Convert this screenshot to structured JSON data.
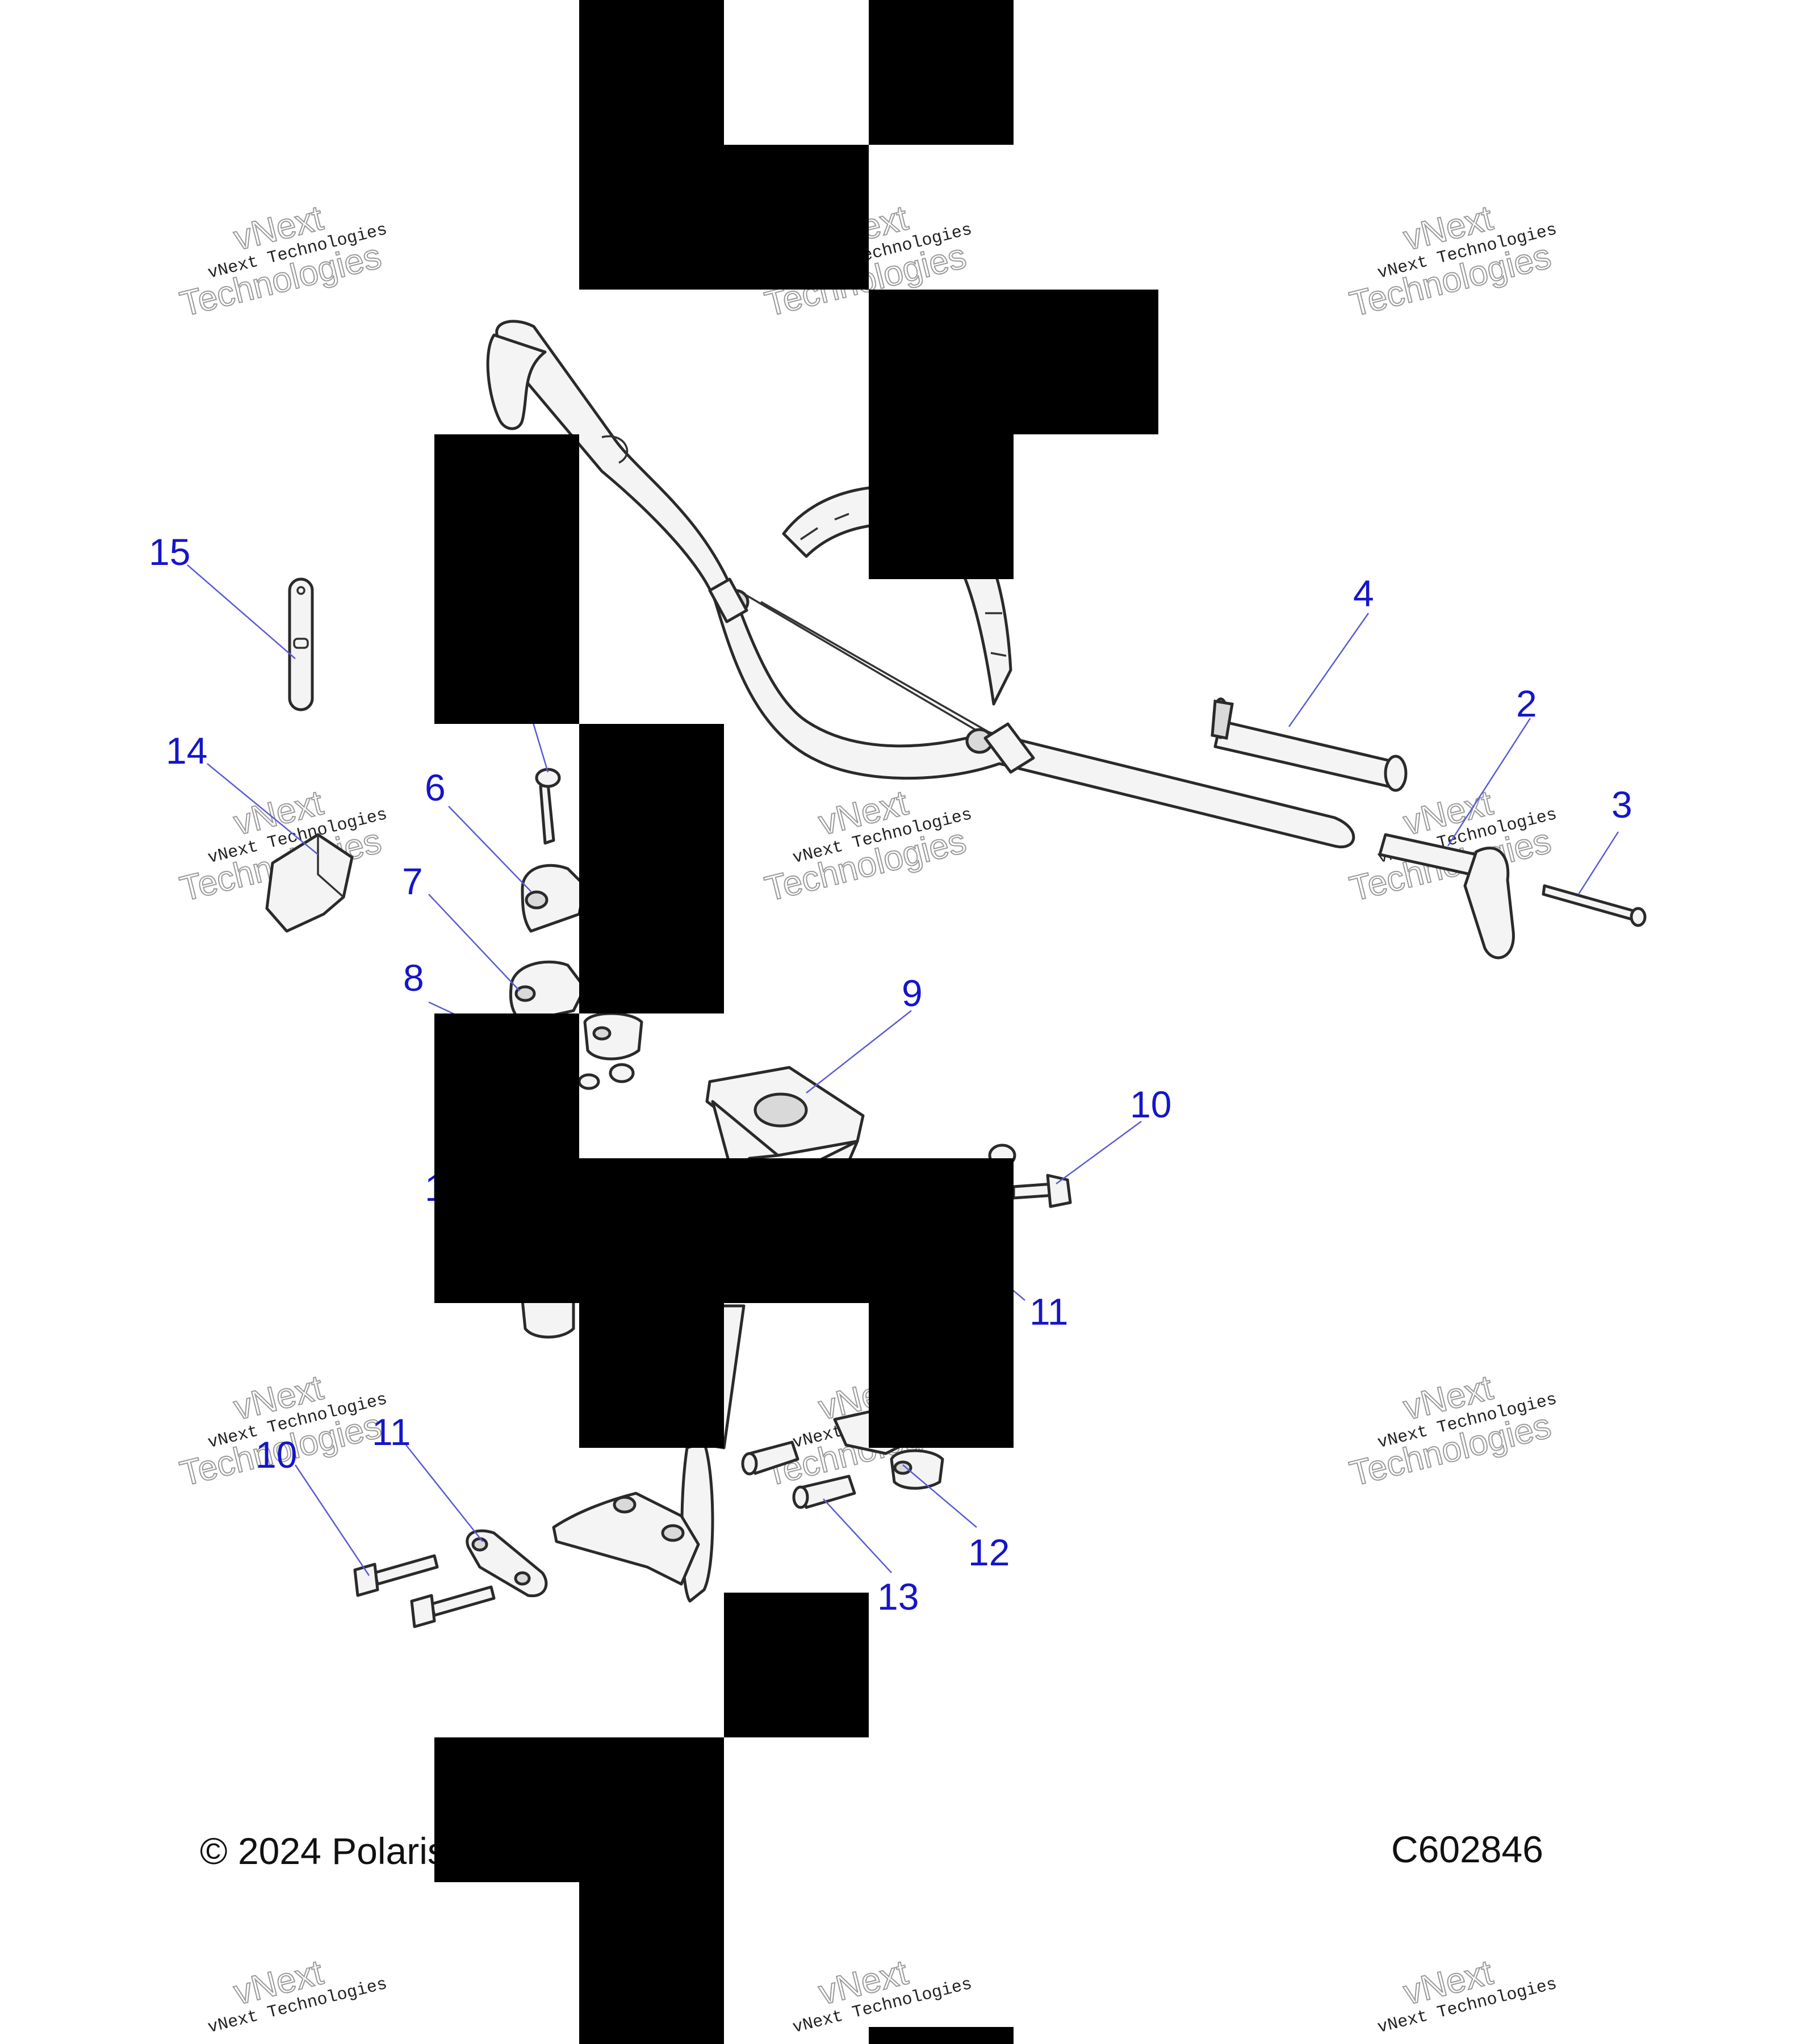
{
  "diagram": {
    "callouts": [
      {
        "num": "15"
      },
      {
        "num": "14"
      },
      {
        "num": "6"
      },
      {
        "num": "7"
      },
      {
        "num": "8"
      },
      {
        "num": "4"
      },
      {
        "num": "2"
      },
      {
        "num": "3"
      },
      {
        "num": "9"
      },
      {
        "num": "10"
      },
      {
        "num": "1"
      },
      {
        "num": "11"
      },
      {
        "num": "11"
      },
      {
        "num": "10"
      },
      {
        "num": "12"
      },
      {
        "num": "13"
      }
    ],
    "watermark": {
      "line1": "vNext Technologies",
      "line2": "vNext",
      "line3": "Technologies"
    },
    "copyright": "© 2024 Polaris",
    "figure_code": "C602846"
  }
}
